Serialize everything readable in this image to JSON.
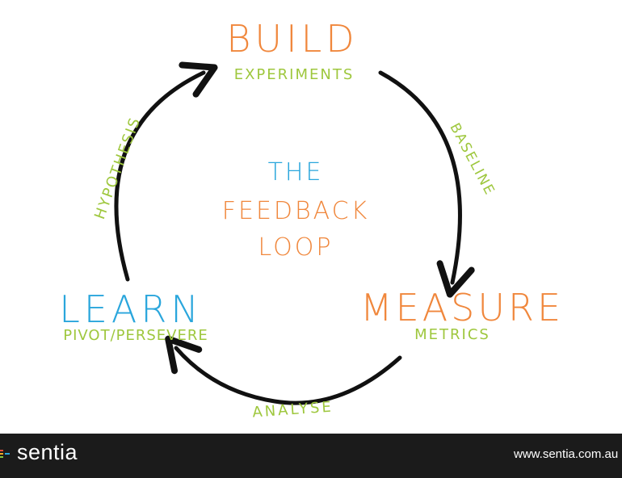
{
  "diagram": {
    "title": {
      "line1": "THE",
      "line2": "FEEDBACK",
      "line3": "LOOP"
    },
    "stages": {
      "build": {
        "label": "BUILD",
        "sublabel": "EXPERIMENTS"
      },
      "measure": {
        "label": "MEASURE",
        "sublabel": "METRICS"
      },
      "learn": {
        "label": "LEARN",
        "sublabel": "PIVOT/PERSEVERE"
      }
    },
    "transitions": {
      "build_to_measure": "BASELINE",
      "measure_to_learn": "ANALYSE",
      "learn_to_build": "HYPOTHESIS"
    },
    "colors": {
      "orange": "#f0873c",
      "blue": "#2aa6dc",
      "green": "#9ec73d",
      "arrow": "#111111"
    }
  },
  "footer": {
    "logo": "sentia",
    "url": "www.sentia.com.au",
    "logo_accent_colors": [
      "#e84e3c",
      "#f5a623",
      "#8cc63f",
      "#2aa6dc"
    ]
  }
}
